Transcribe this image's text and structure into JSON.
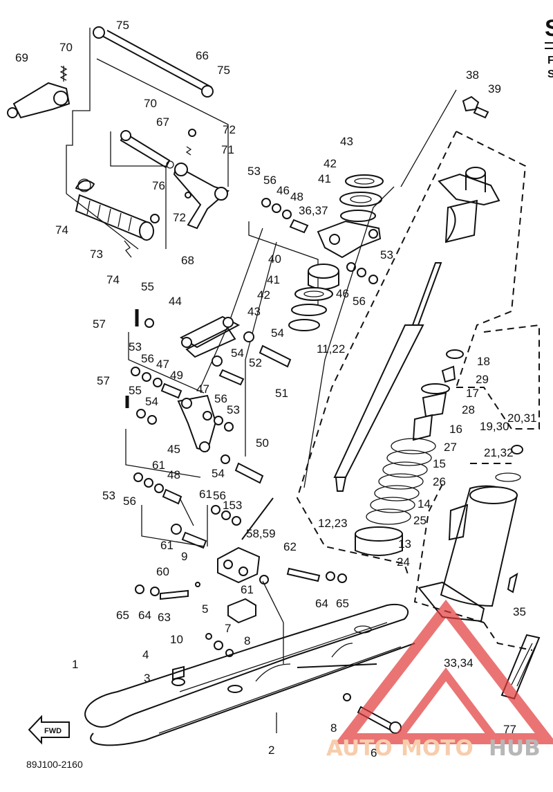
{
  "diagram": {
    "part_code": "89J100-2160",
    "corner_text": [
      "S",
      "F",
      "S"
    ],
    "labels": [
      "75",
      "70",
      "69",
      "66",
      "75",
      "70",
      "67",
      "72",
      "71",
      "76",
      "72",
      "74",
      "73",
      "74",
      "68",
      "38",
      "39",
      "43",
      "42",
      "41",
      "53",
      "56",
      "46",
      "48",
      "36,37",
      "53",
      "40",
      "41",
      "46",
      "56",
      "42",
      "43",
      "11,22",
      "55",
      "44",
      "57",
      "54",
      "53",
      "56",
      "47",
      "49",
      "54",
      "52",
      "51",
      "57",
      "55",
      "54",
      "47",
      "56",
      "53",
      "50",
      "45",
      "54",
      "61",
      "48",
      "53",
      "56",
      "61",
      "56",
      "153",
      "58,59",
      "62",
      "61",
      "9",
      "60",
      "61",
      "65",
      "64",
      "63",
      "64",
      "65",
      "5",
      "10",
      "7",
      "8",
      "4",
      "3",
      "1",
      "2",
      "6",
      "8",
      "77",
      "33,34",
      "35",
      "18",
      "29",
      "17",
      "28",
      "16",
      "27",
      "15",
      "26",
      "14",
      "25",
      "13",
      "24",
      "12,23",
      "20,31",
      "19,30",
      "21,32"
    ],
    "fwd_label": "FWD"
  },
  "watermark": {
    "text_auto": "AUTO",
    "text_moto": "MOTO",
    "text_hub": "HUB",
    "color_auto": "#f5b88a",
    "color_hub": "#9a9a9a",
    "logo_color": "#e23a3a"
  }
}
